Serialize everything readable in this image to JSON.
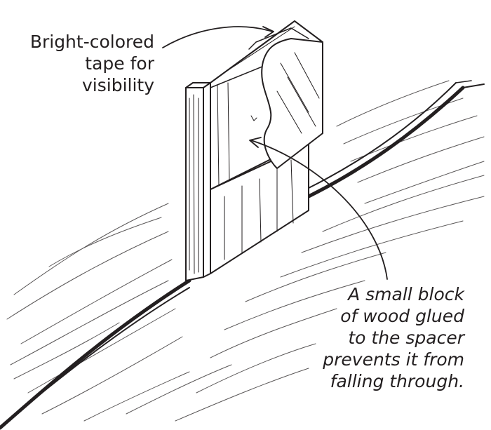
{
  "callouts": {
    "tape": {
      "lines": [
        "Bright-colored",
        "tape for",
        "visibility"
      ]
    },
    "block": {
      "lines": [
        "A small block",
        "of wood glued",
        "to the spacer",
        "prevents it from",
        "falling through."
      ]
    }
  },
  "colors": {
    "ink": "#231f20",
    "paper": "#ffffff"
  }
}
